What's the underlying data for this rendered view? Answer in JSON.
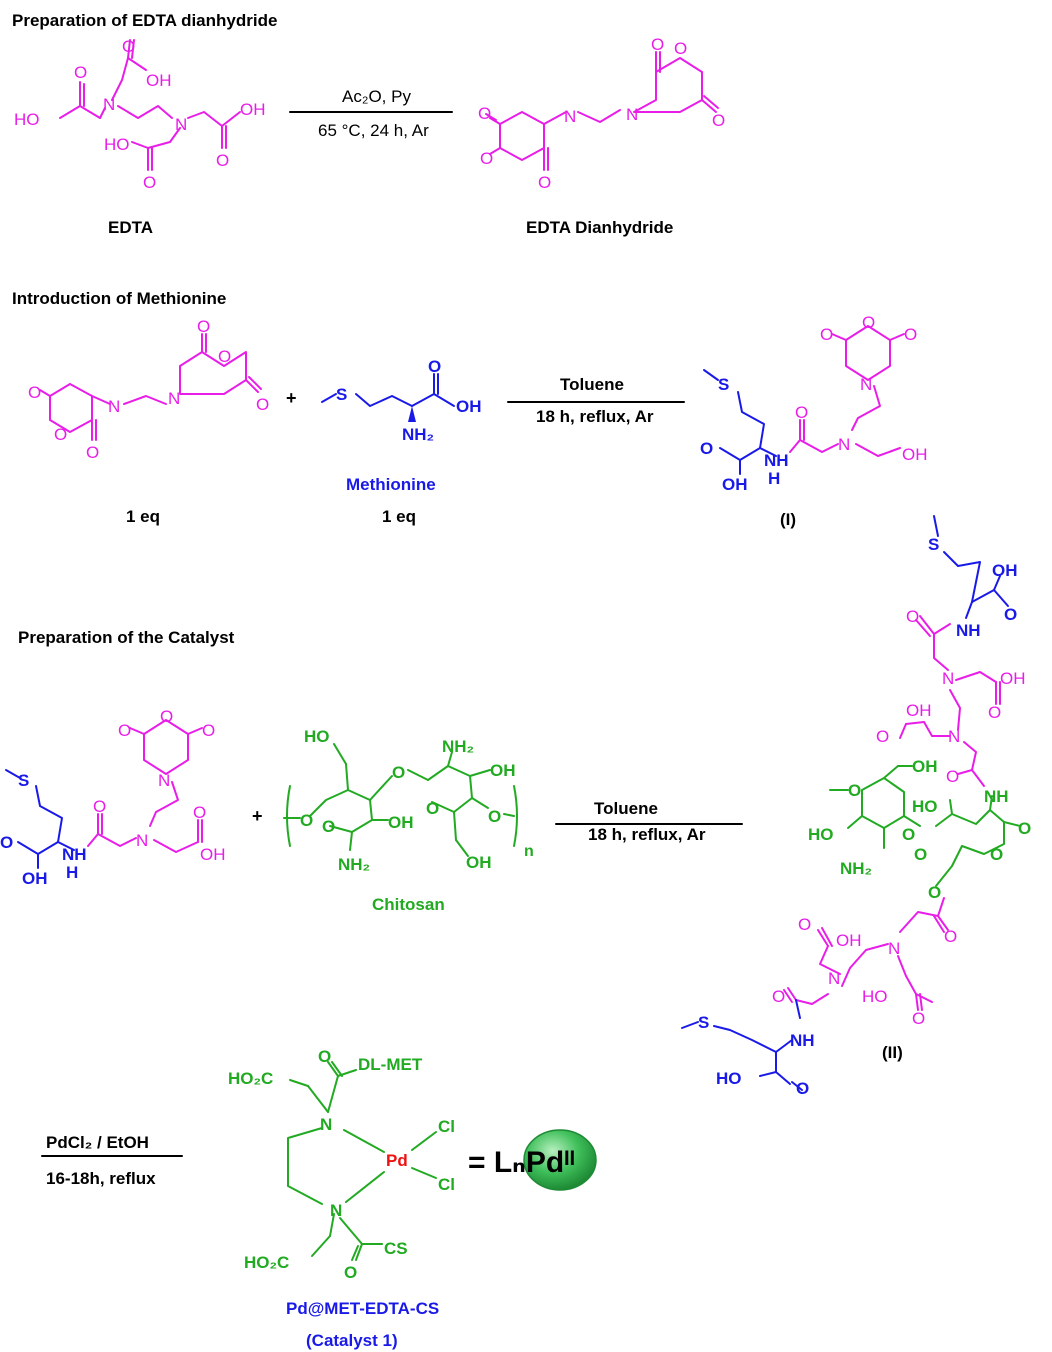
{
  "headings": {
    "s1": "Preparation of EDTA dianhydride",
    "s2": "Introduction of Methionine",
    "s3": "Preparation of the Catalyst"
  },
  "r1": {
    "reagent_top": "Ac₂O, Py",
    "reagent_bottom": "65 °C, 24 h, Ar",
    "left_label": "EDTA",
    "right_label": "EDTA Dianhydride"
  },
  "r2": {
    "reagent_top": "Toluene",
    "reagent_bottom": "18 h, reflux, Ar",
    "eq_left": "1 eq",
    "eq_right": "1 eq",
    "methionine_label": "Methionine",
    "product_label": "(I)",
    "plus": "+"
  },
  "r3": {
    "reagent_top": "Toluene",
    "reagent_bottom": "18 h, reflux, Ar",
    "chitosan_label": "Chitosan",
    "product_label": "(II)",
    "plus": "+",
    "repeat_n": "n"
  },
  "r4": {
    "reagent_top": "PdCl₂ / EtOH",
    "reagent_bottom": "16-18h, reflux",
    "catalyst_name": "Pd@MET-EDTA-CS",
    "catalyst_id": "(Catalyst 1)",
    "equals": "= LₙPdᴵᴵ",
    "pd": "Pd",
    "cl": "Cl",
    "ho2c": "HO₂C",
    "dl_met": "DL-MET",
    "cs": "CS"
  },
  "atoms": {
    "O": "O",
    "OH": "OH",
    "HO": "HO",
    "N": "N",
    "NH": "NH",
    "NH2": "NH₂",
    "S": "S",
    "H": "H"
  },
  "colors": {
    "edta": "#e81ee8",
    "methionine": "#1a1ae8",
    "chitosan": "#22aa22",
    "palladium": "#ee1111",
    "ball": "#3fbf5a"
  }
}
